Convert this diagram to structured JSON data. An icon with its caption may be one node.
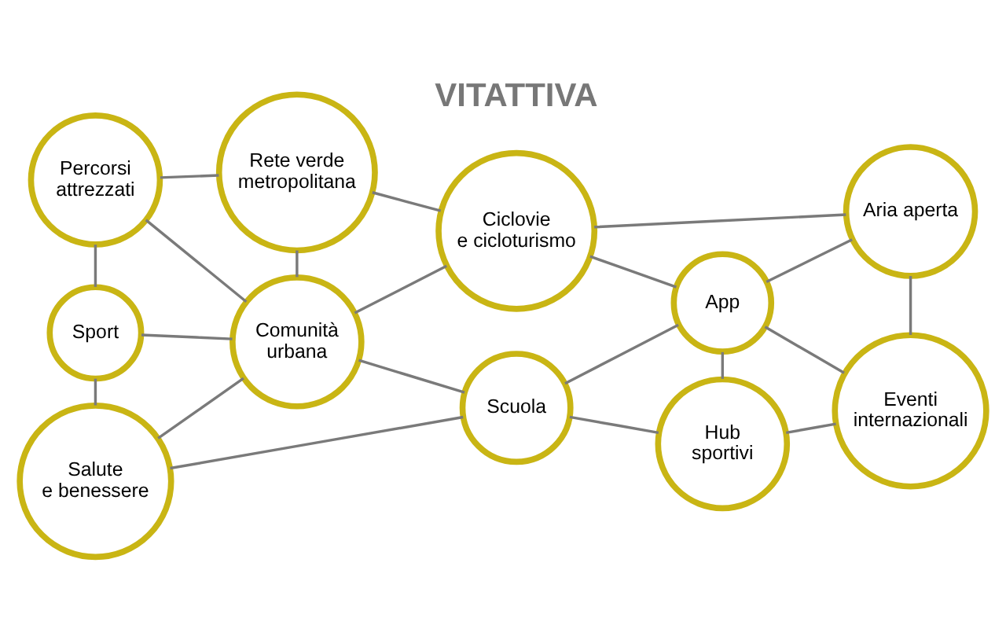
{
  "diagram": {
    "nodes": [
      {
        "text": [
          "Rete verde metropolitana"
        ]
      },
      {
        "text": [
          "Ciclovie e cicloturismo"
        ]
      },
      {
        "text": [
          "Percorsi attrezzati"
        ]
      },
      {
        "text": [
          "Aria aperta"
        ]
      },
      {
        "text": [
          "Comunità urbana"
        ]
      },
      {
        "text": [
          "App"
        ]
      },
      {
        "text": [
          "Eventi internazionali"
        ]
      },
      {
        "text": [
          "Sport"
        ]
      },
      {
        "text": [
          "Scuola"
        ]
      },
      {
        "text": [
          "Hub sportivi"
        ]
      },
      {
        "text": [
          "Salute e benessere"
        ]
      }
    ],
    "edges": [
      {
        "from": 2,
        "to": 0,
        "arrow": "none"
      },
      {
        "from": 0,
        "to": 1,
        "arrow": "none"
      },
      {
        "from": 1,
        "to": 3,
        "arrow": "none"
      },
      {
        "from": 2,
        "to": 4,
        "arrow": "none"
      },
      {
        "from": 0,
        "to": 4,
        "arrow": "none"
      },
      {
        "from": 4,
        "to": 1,
        "arrow": "none"
      },
      {
        "from": 2,
        "to": 7,
        "arrow": "none"
      },
      {
        "from": 7,
        "to": 4,
        "arrow": "none"
      },
      {
        "from": 7,
        "to": 10,
        "arrow": "none"
      },
      {
        "from": 4,
        "to": 10,
        "arrow": "none"
      },
      {
        "from": 4,
        "to": 8,
        "arrow": "none"
      },
      {
        "from": 10,
        "to": 8,
        "arrow": "none"
      },
      {
        "from": 8,
        "to": 5,
        "arrow": "none"
      },
      {
        "from": 8,
        "to": 9,
        "arrow": "none"
      },
      {
        "from": 1,
        "to": 5,
        "arrow": "none"
      },
      {
        "from": 3,
        "to": 5,
        "arrow": "none"
      },
      {
        "from": 3,
        "to": 6,
        "arrow": "none"
      },
      {
        "from": 5,
        "to": 6,
        "arrow": "none"
      },
      {
        "from": 5,
        "to": 9,
        "arrow": "none"
      },
      {
        "from": 9,
        "to": 6,
        "arrow": "none"
      }
    ],
    "labels": [
      "VITATTIVA"
    ]
  }
}
